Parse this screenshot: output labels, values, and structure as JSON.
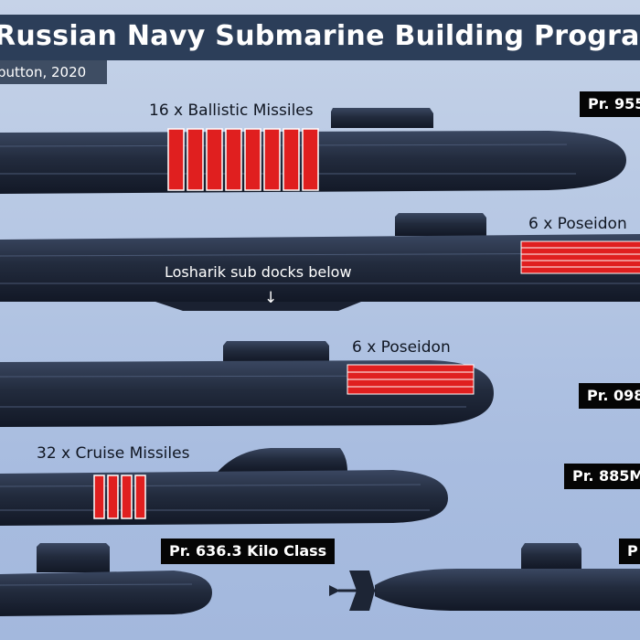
{
  "header": {
    "title": "Russian Navy Submarine Building Program",
    "credit": "button, 2020"
  },
  "submarines": [
    {
      "weapon_label": "16 x Ballistic Missiles",
      "tag": "Pr. 955",
      "tubes": 8
    },
    {
      "weapon_label": "6 x Poseidon",
      "note": "Losharik sub docks below",
      "tubes": 6
    },
    {
      "weapon_label": "6 x Poseidon",
      "tag": "Pr. 098",
      "tubes": 6
    },
    {
      "weapon_label": "32 x Cruise Missiles",
      "tag": "Pr. 885M",
      "tubes": 4
    },
    {
      "tag": "Pr. 636.3 Kilo Class"
    },
    {
      "tag": "P"
    }
  ],
  "colors": {
    "title_bar": "#2c3e59",
    "hull": "#1d2535",
    "tube_red": "#e01f1f",
    "background": "#b7c8e4"
  },
  "icons": {
    "arrow": "↓"
  }
}
